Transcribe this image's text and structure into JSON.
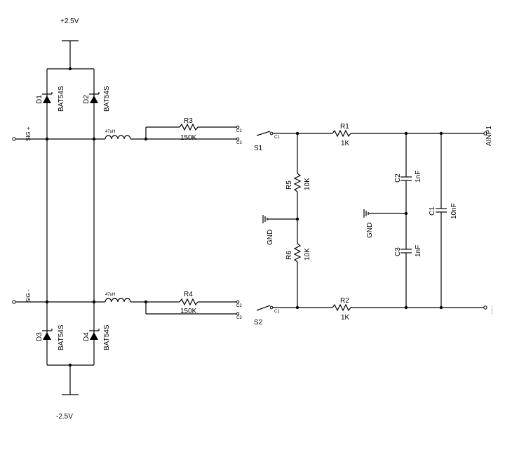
{
  "rails": {
    "positive": "+2.5V",
    "negative": "-2.5V"
  },
  "inputs": {
    "sig_pos": "SIG +",
    "sig_neg": "SIG -"
  },
  "output": {
    "ainp": "AINP1",
    "second": "......"
  },
  "diodes": {
    "d1": {
      "ref": "D1",
      "part": "BAT54S"
    },
    "d2": {
      "ref": "D2",
      "part": "BAT54S"
    },
    "d3": {
      "ref": "D3",
      "part": "BAT54S"
    },
    "d4": {
      "ref": "D4",
      "part": "BAT54S"
    }
  },
  "inductors": {
    "top": "47uH",
    "bottom": "47uH"
  },
  "resistors": {
    "r1": {
      "ref": "R1",
      "value": "1K"
    },
    "r2": {
      "ref": "R2",
      "value": "1K"
    },
    "r3": {
      "ref": "R3",
      "value": "150K"
    },
    "r4": {
      "ref": "R4",
      "value": "150K"
    },
    "r5": {
      "ref": "R5",
      "value": "10K"
    },
    "r6": {
      "ref": "R6",
      "value": "10K"
    }
  },
  "capacitors": {
    "c1": {
      "ref": "C1",
      "value": "10nF"
    },
    "c2": {
      "ref": "C2",
      "value": "1nF"
    },
    "c3": {
      "ref": "C3",
      "value": "1nF"
    }
  },
  "switches": {
    "s1": {
      "ref": "S1",
      "c1": "C1",
      "c2": "C2",
      "c3": "C3"
    },
    "s2": {
      "ref": "S2",
      "c1": "C1",
      "c2": "C2",
      "c3": "C3"
    }
  },
  "grounds": {
    "left": "GND",
    "right": "GND"
  }
}
